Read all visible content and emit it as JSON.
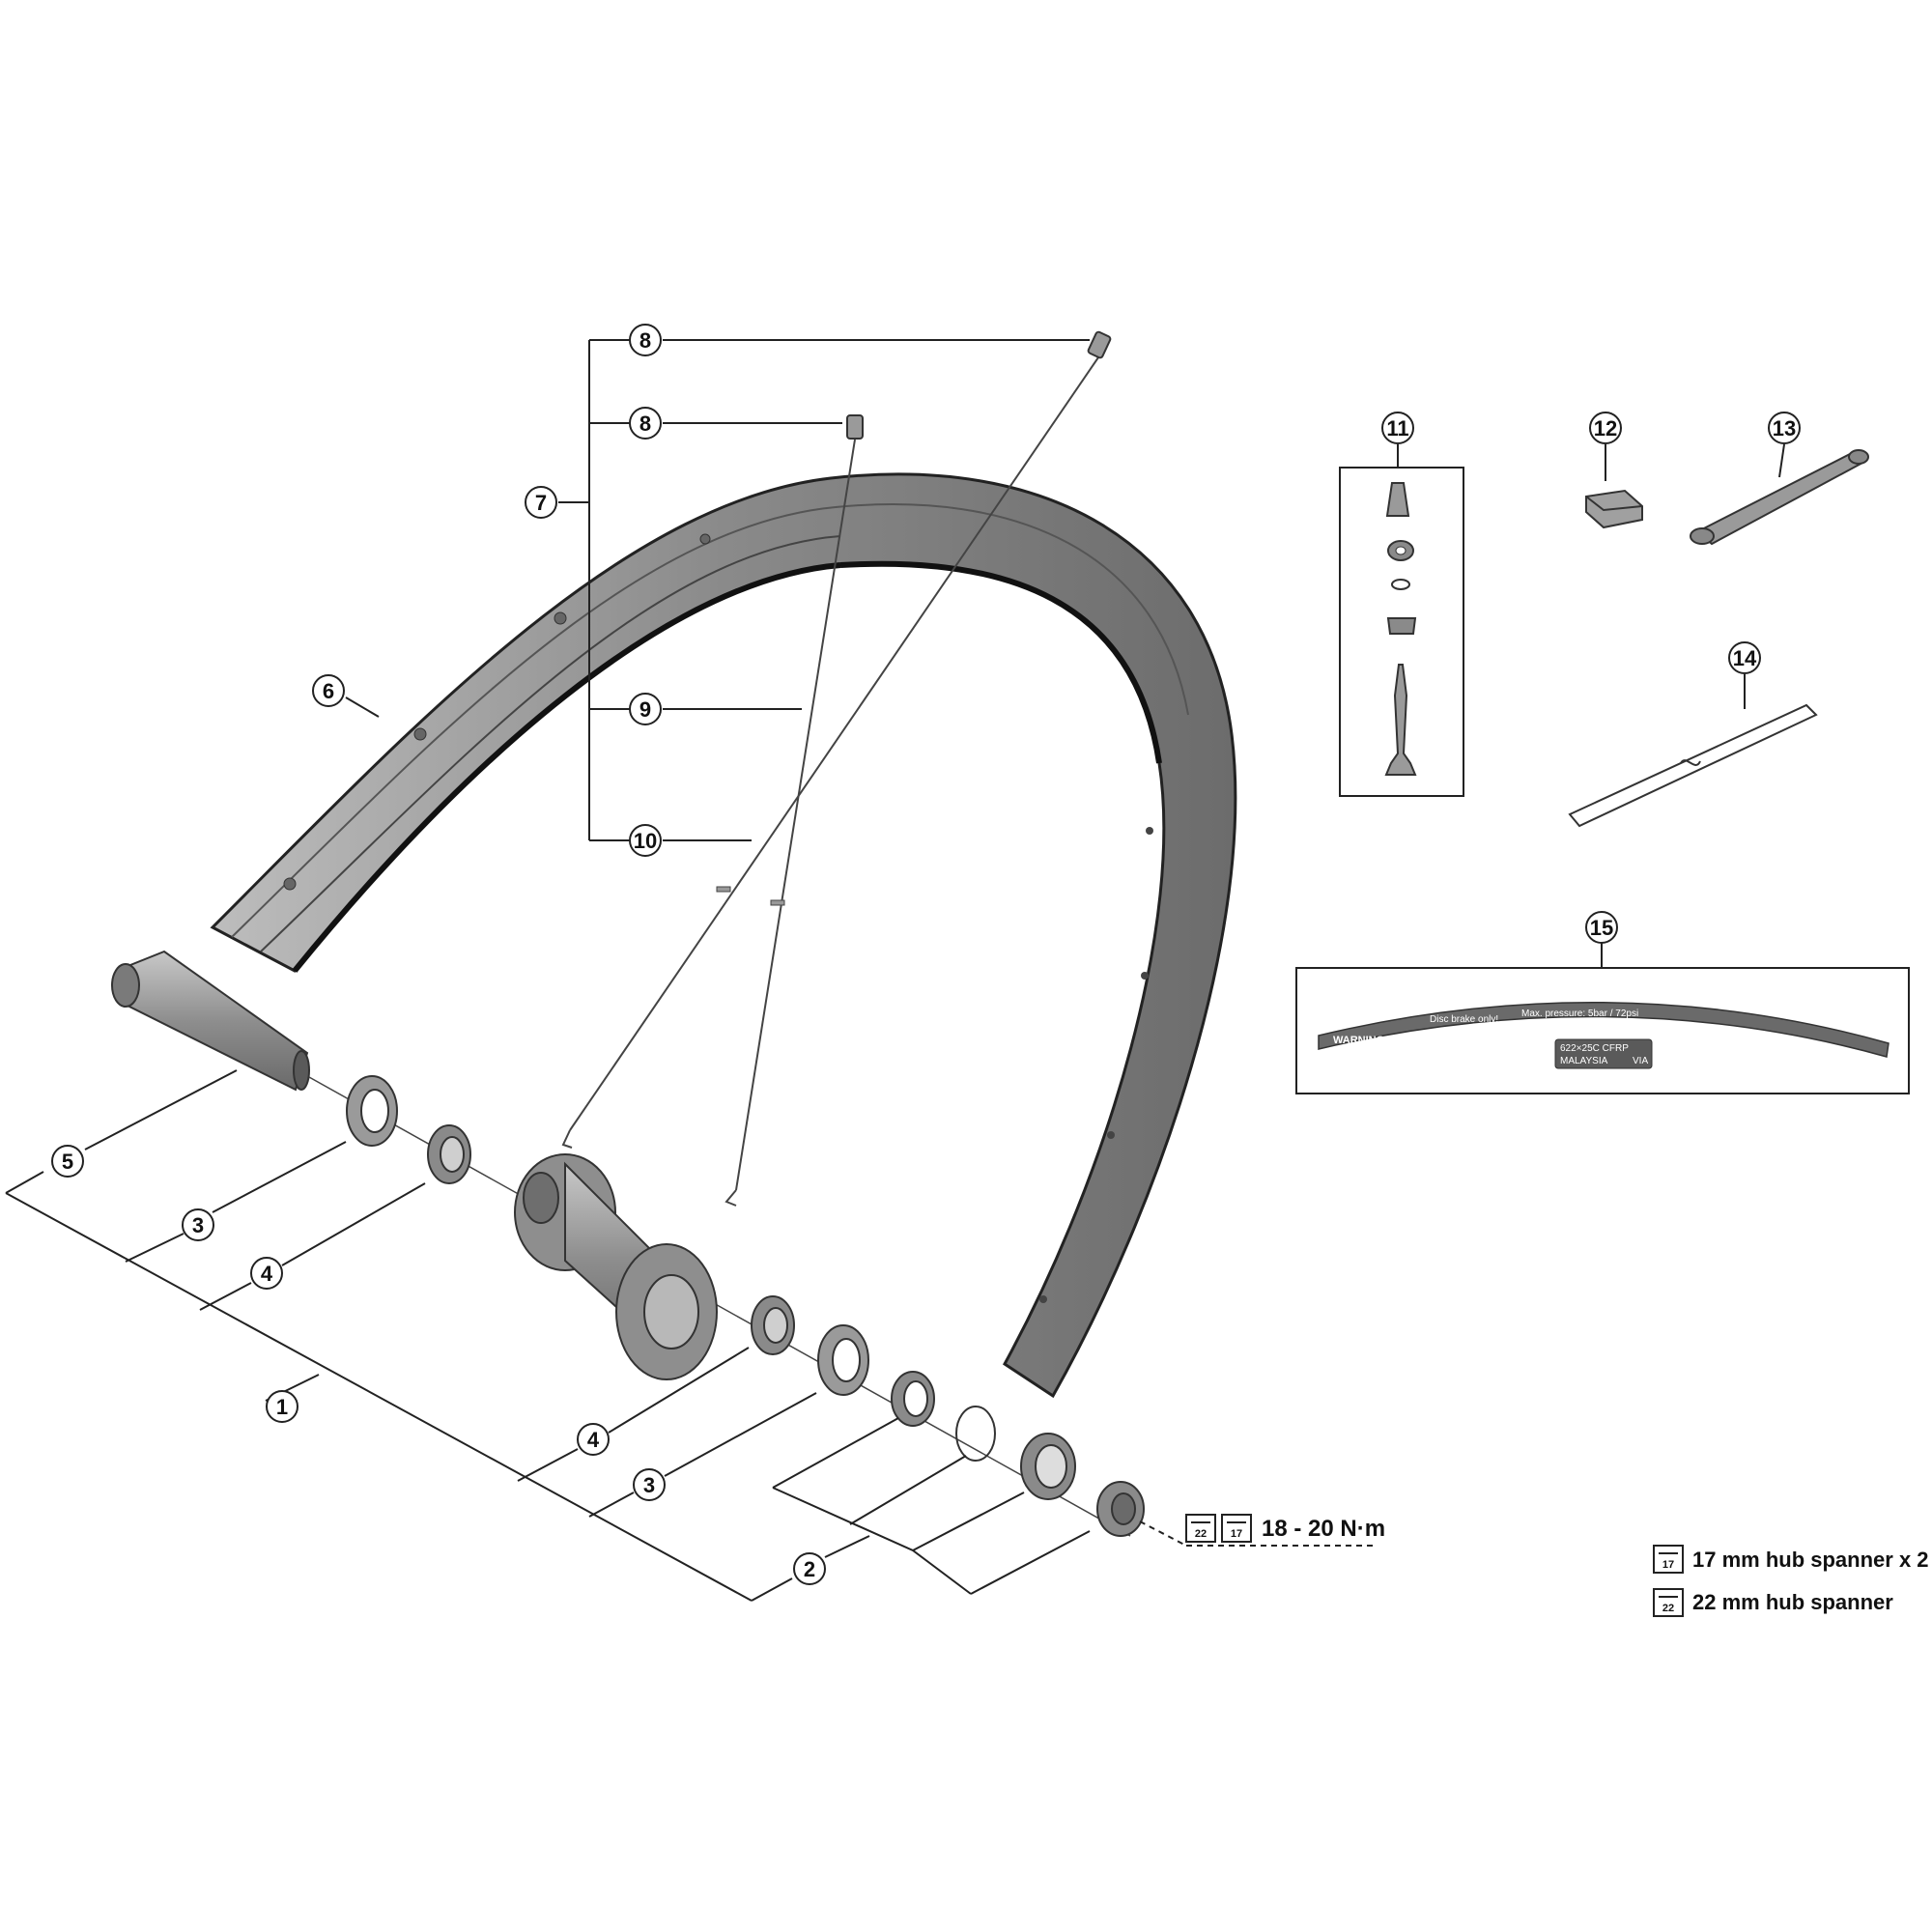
{
  "callouts": {
    "c1": "1",
    "c2": "2",
    "c3a": "3",
    "c3b": "3",
    "c4a": "4",
    "c4b": "4",
    "c5": "5",
    "c6": "6",
    "c7": "7",
    "c8a": "8",
    "c8b": "8",
    "c9": "9",
    "c10": "10",
    "c11": "11",
    "c12": "12",
    "c13": "13",
    "c14": "14",
    "c15": "15"
  },
  "torque": {
    "tool_a": "22",
    "tool_b": "17",
    "value": "18 - 20 N·m"
  },
  "legend": {
    "item17_num": "17",
    "item17_text": "17 mm hub spanner x 2",
    "item22_num": "22",
    "item22_text": "22 mm hub spanner"
  },
  "sticker": {
    "warning": "WARNING",
    "disc": "Disc brake only!",
    "pressure": "Max. pressure: 5bar / 72psi",
    "size": "622×25C CFRP",
    "origin": "MALAYSIA",
    "brand": "VIA"
  },
  "colors": {
    "rim_fill": "#8d8d8d",
    "rim_dark": "#2a2a2a",
    "part_fill": "#9a9a9a",
    "line": "#222222"
  }
}
